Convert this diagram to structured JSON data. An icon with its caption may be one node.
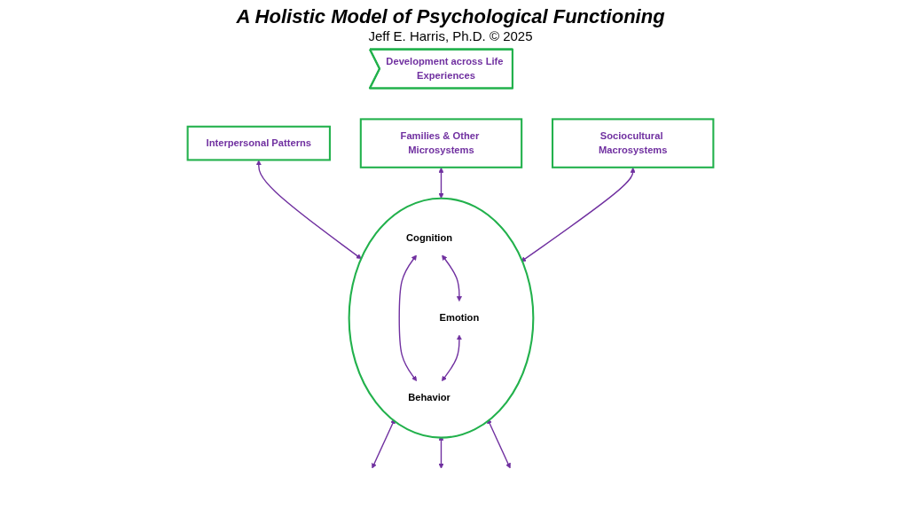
{
  "diagram": {
    "title": "A Holistic Model of Psychological Functioning",
    "caption": "Jeff E. Harris, Ph.D. © 2025",
    "nodes": [
      {
        "text": [
          "Development across Life Experiences"
        ]
      },
      {
        "text": [
          "Interpersonal Patterns"
        ]
      },
      {
        "text": [
          "Families & Other Microsystems"
        ]
      },
      {
        "text": [
          "Sociocultural Macrosystems"
        ]
      },
      {
        "text": [],
        "shape": "ellipse"
      },
      {
        "text": [
          "Cognition"
        ],
        "in": 4
      },
      {
        "text": [
          "Emotion"
        ],
        "in": 4
      },
      {
        "text": [
          "Behavior"
        ],
        "in": 4
      }
    ],
    "edges": [
      {
        "from": 1,
        "to": 4,
        "arrow": "both"
      },
      {
        "from": 2,
        "to": 4,
        "arrow": "both"
      },
      {
        "from": 3,
        "to": 4,
        "arrow": "both"
      },
      {
        "from": 5,
        "to": 6,
        "arrow": "both"
      },
      {
        "from": 5,
        "to": 7,
        "arrow": "both"
      },
      {
        "from": 6,
        "to": 7,
        "arrow": "both"
      },
      {
        "from": 4,
        "to": null,
        "arrow": "both"
      },
      {
        "from": 4,
        "to": null,
        "arrow": "both"
      },
      {
        "from": 4,
        "to": null,
        "arrow": "both"
      }
    ]
  }
}
